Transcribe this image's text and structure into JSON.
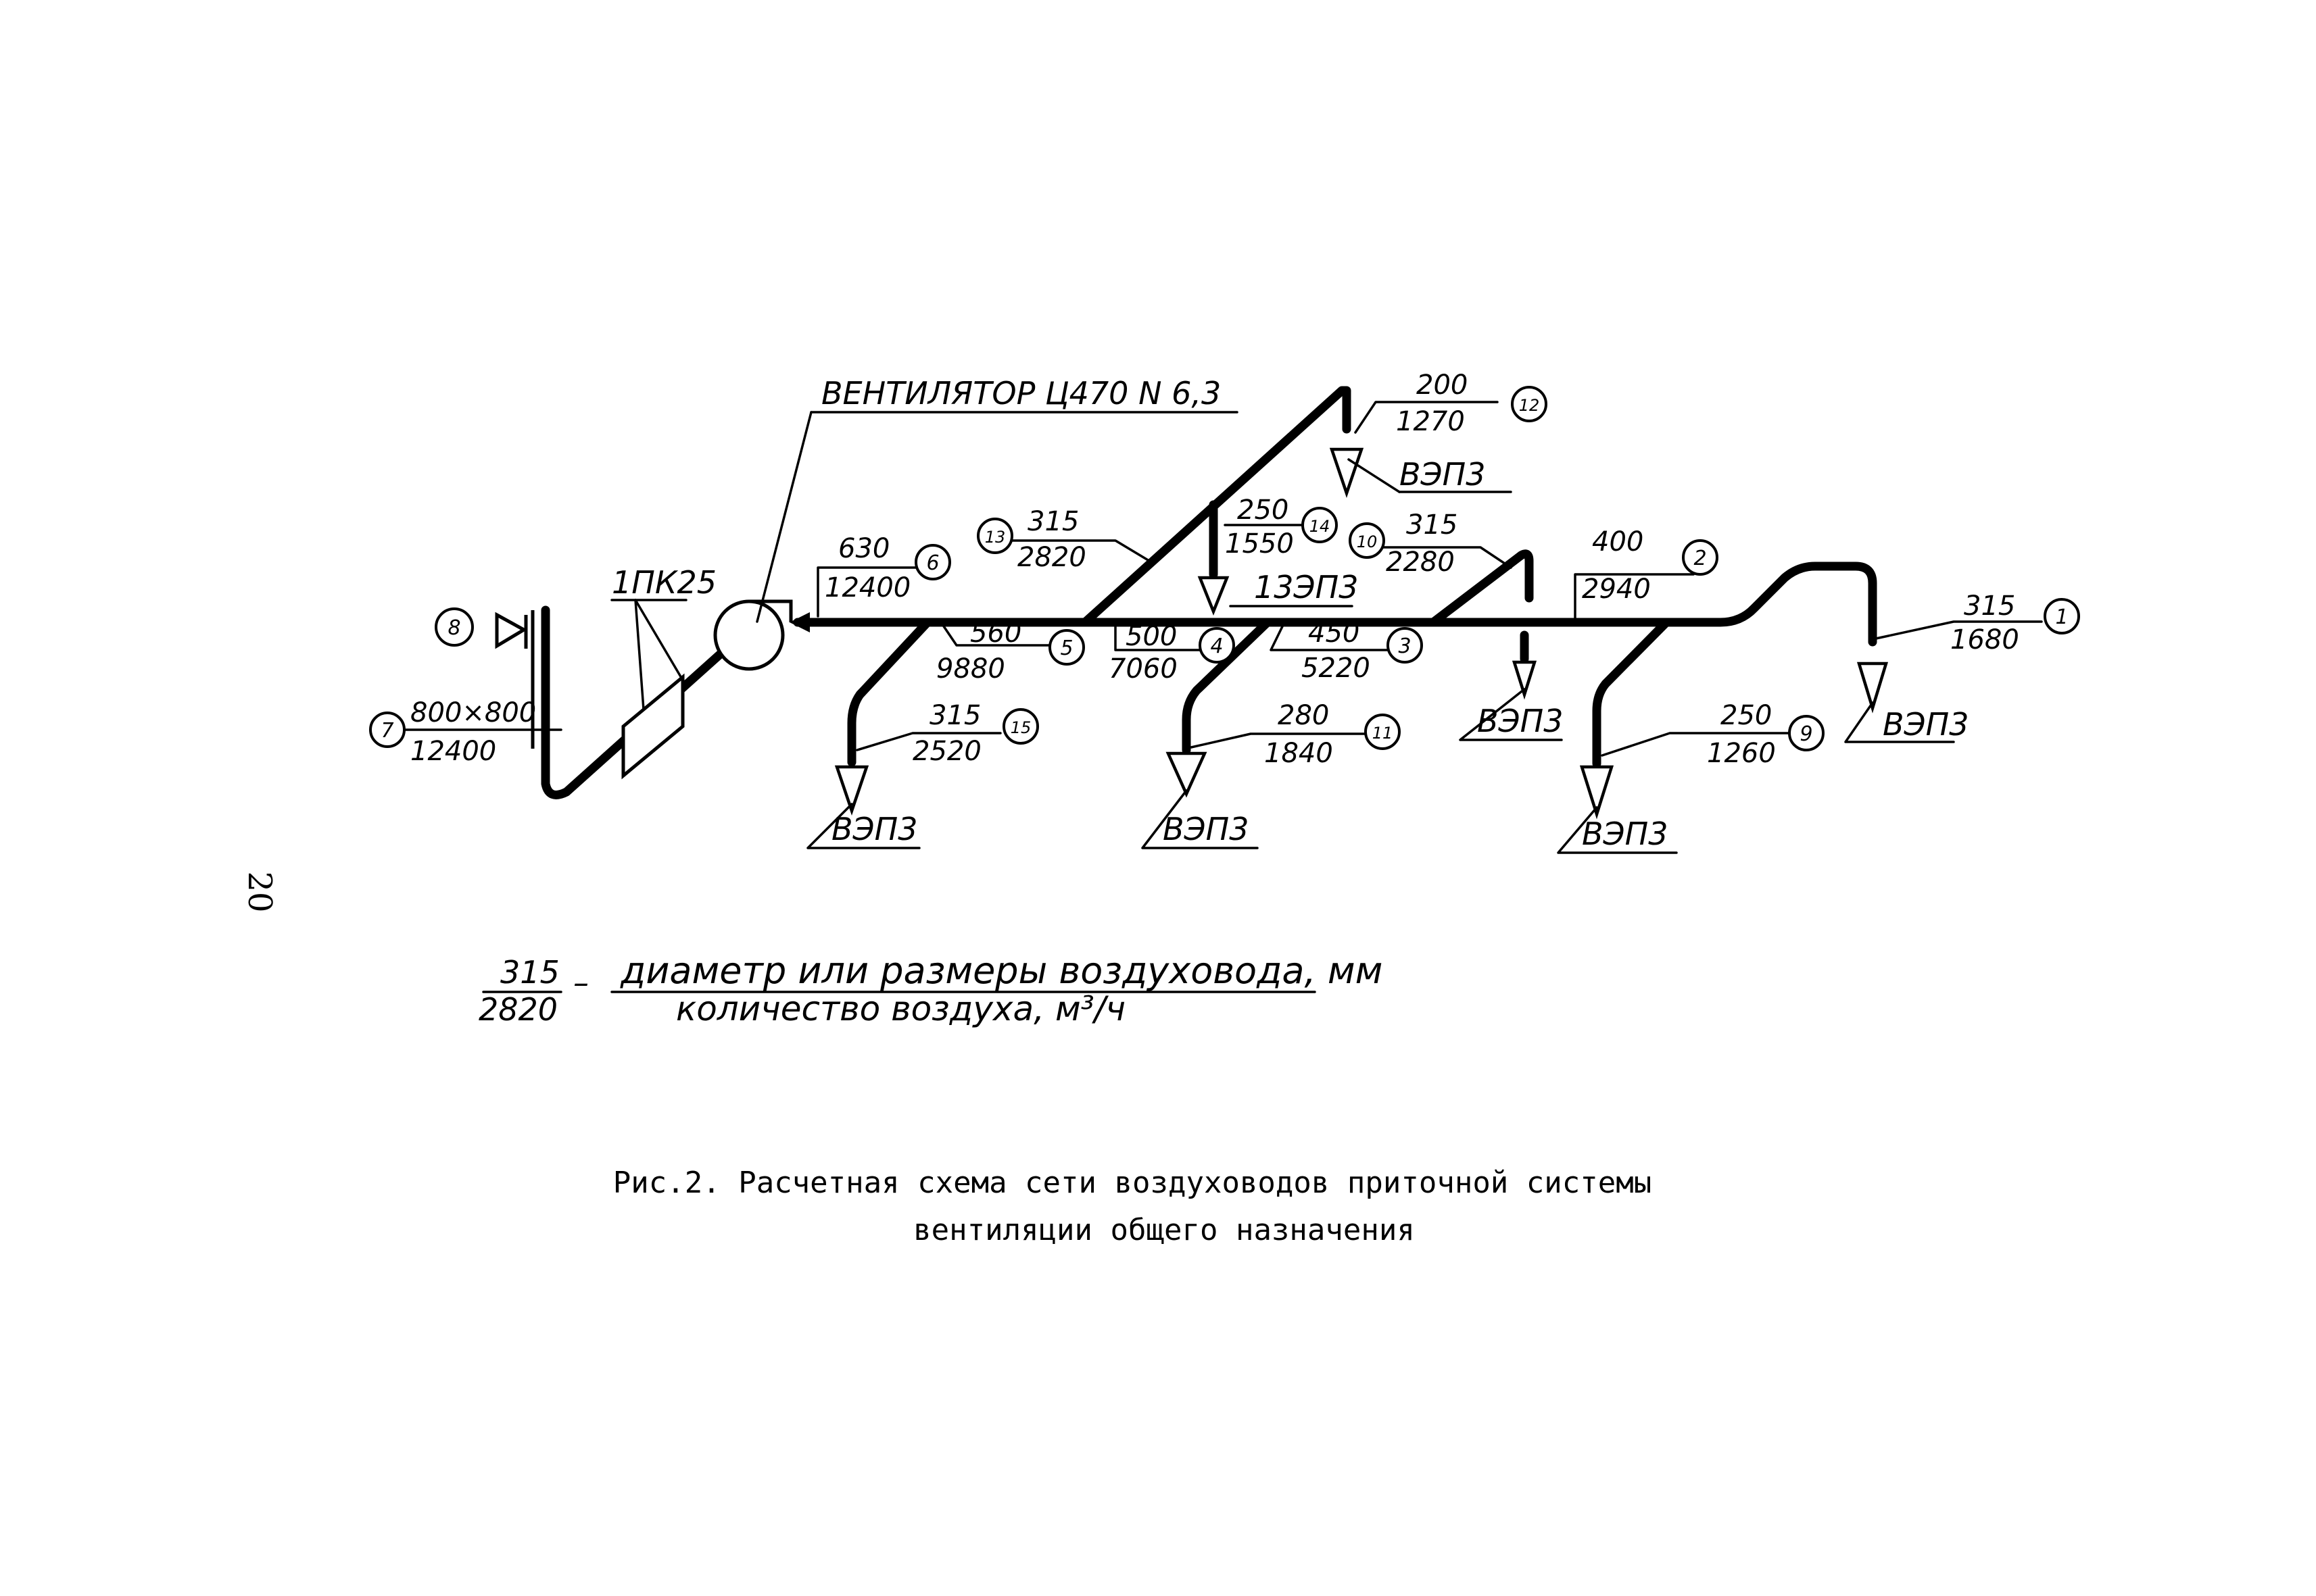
{
  "fan_label": "ВЕНТИЛЯТОР Ц470 N 6,3",
  "filter_label": "1ПК25",
  "nodes": [
    {
      "id": "1",
      "top": "315",
      "bottom": "1680"
    },
    {
      "id": "2",
      "top": "400",
      "bottom": "2940"
    },
    {
      "id": "3",
      "top": "450",
      "bottom": "5220"
    },
    {
      "id": "4",
      "top": "500",
      "bottom": "7060"
    },
    {
      "id": "5",
      "top": "560",
      "bottom": "9880"
    },
    {
      "id": "6",
      "top": "630",
      "bottom": "12400"
    },
    {
      "id": "7",
      "top": "800×800",
      "bottom": "12400"
    },
    {
      "id": "8"
    },
    {
      "id": "9",
      "top": "250",
      "bottom": "1260"
    },
    {
      "id": "10",
      "top": "315",
      "bottom": "2280"
    },
    {
      "id": "11",
      "top": "280",
      "bottom": "1840"
    },
    {
      "id": "12",
      "top": "200",
      "bottom": "1270"
    },
    {
      "id": "13",
      "top": "315",
      "bottom": "2820"
    },
    {
      "id": "14",
      "top": "250",
      "bottom": "1550"
    },
    {
      "id": "15",
      "top": "315",
      "bottom": "2520"
    }
  ],
  "outlet_labels": {
    "o1": "ВЭП3",
    "o9": "ВЭП3",
    "o10": "ВЭП3",
    "o11": "ВЭП3",
    "o12": "ВЭП3",
    "o14": "13ЭП3",
    "o15": "ВЭП3"
  },
  "legend": {
    "top_value": "315",
    "bottom_value": "2820",
    "dash": "–",
    "top_text": "диаметр или размеры воздуховода, мм",
    "bottom_text": "количество воздуха, м³/ч"
  },
  "caption": {
    "line1": "Рис.2. Расчетная схема сети воздуховодов приточной системы",
    "line2": "вентиляции общего назначения"
  },
  "page_number": "20"
}
